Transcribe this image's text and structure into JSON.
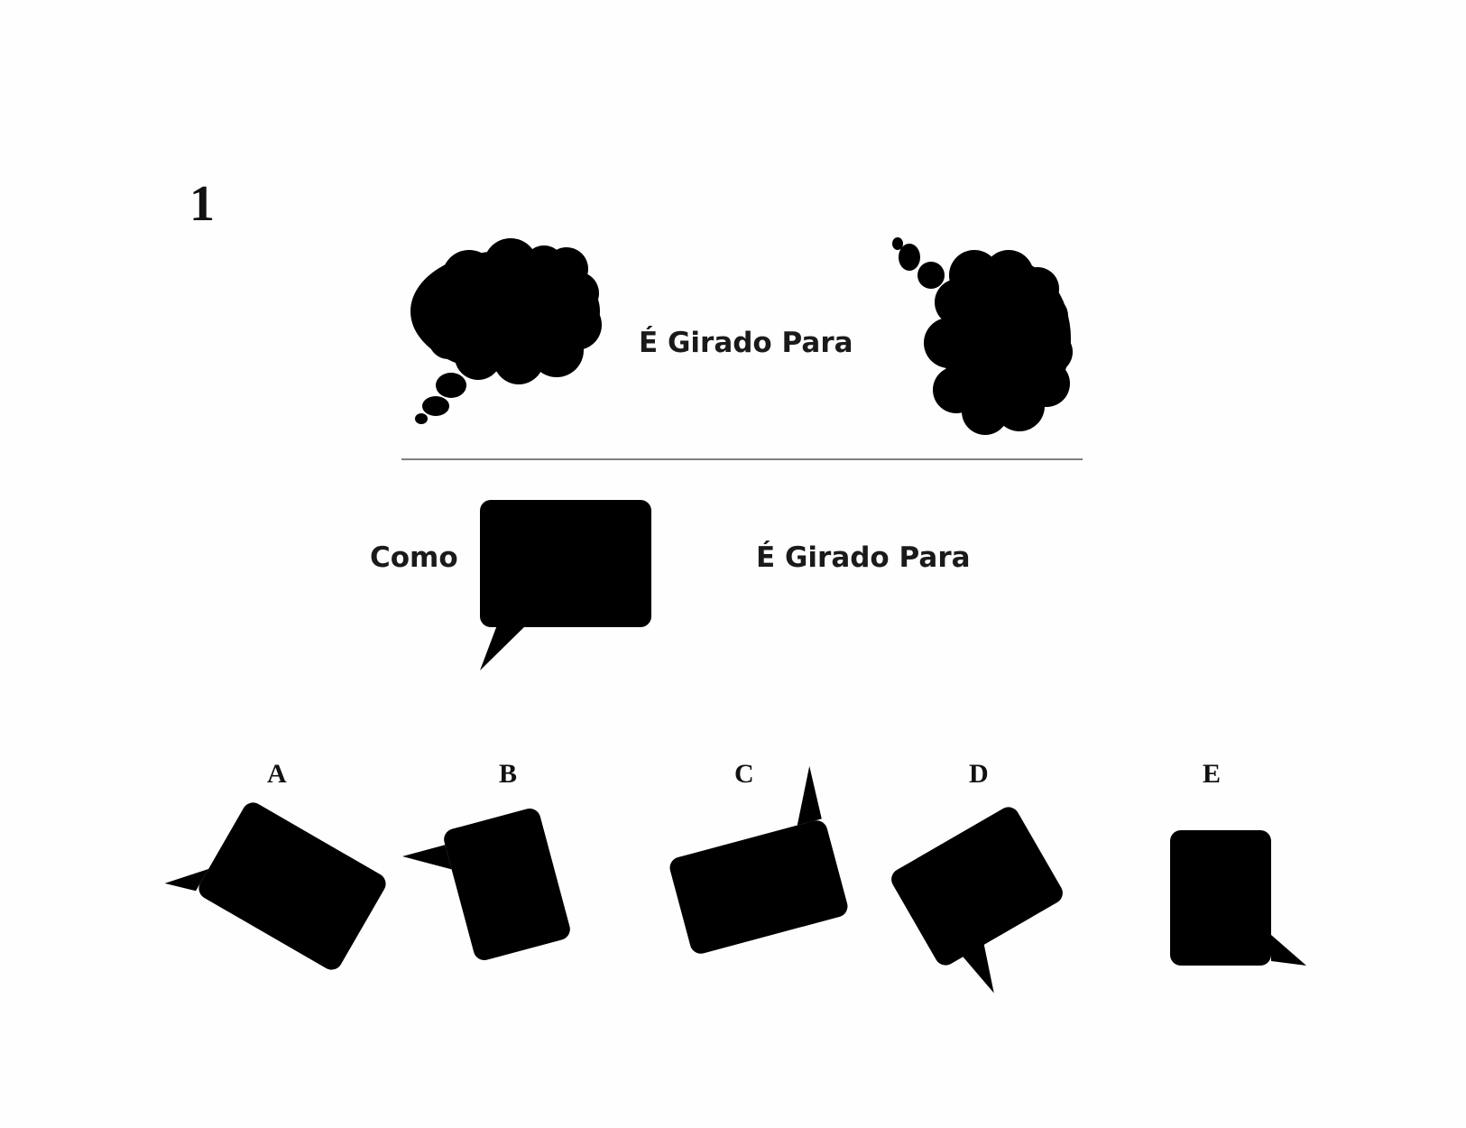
{
  "question_number": "1",
  "example": {
    "rotates_to_label": "É Girado Para"
  },
  "problem": {
    "as_label": "Como",
    "rotates_to_label": "É Girado Para"
  },
  "options": [
    {
      "letter": "A"
    },
    {
      "letter": "B"
    },
    {
      "letter": "C"
    },
    {
      "letter": "D"
    },
    {
      "letter": "E"
    }
  ],
  "colors": {
    "shape_fill": "#000000",
    "divider": "#555555",
    "background": "#fefefe"
  }
}
